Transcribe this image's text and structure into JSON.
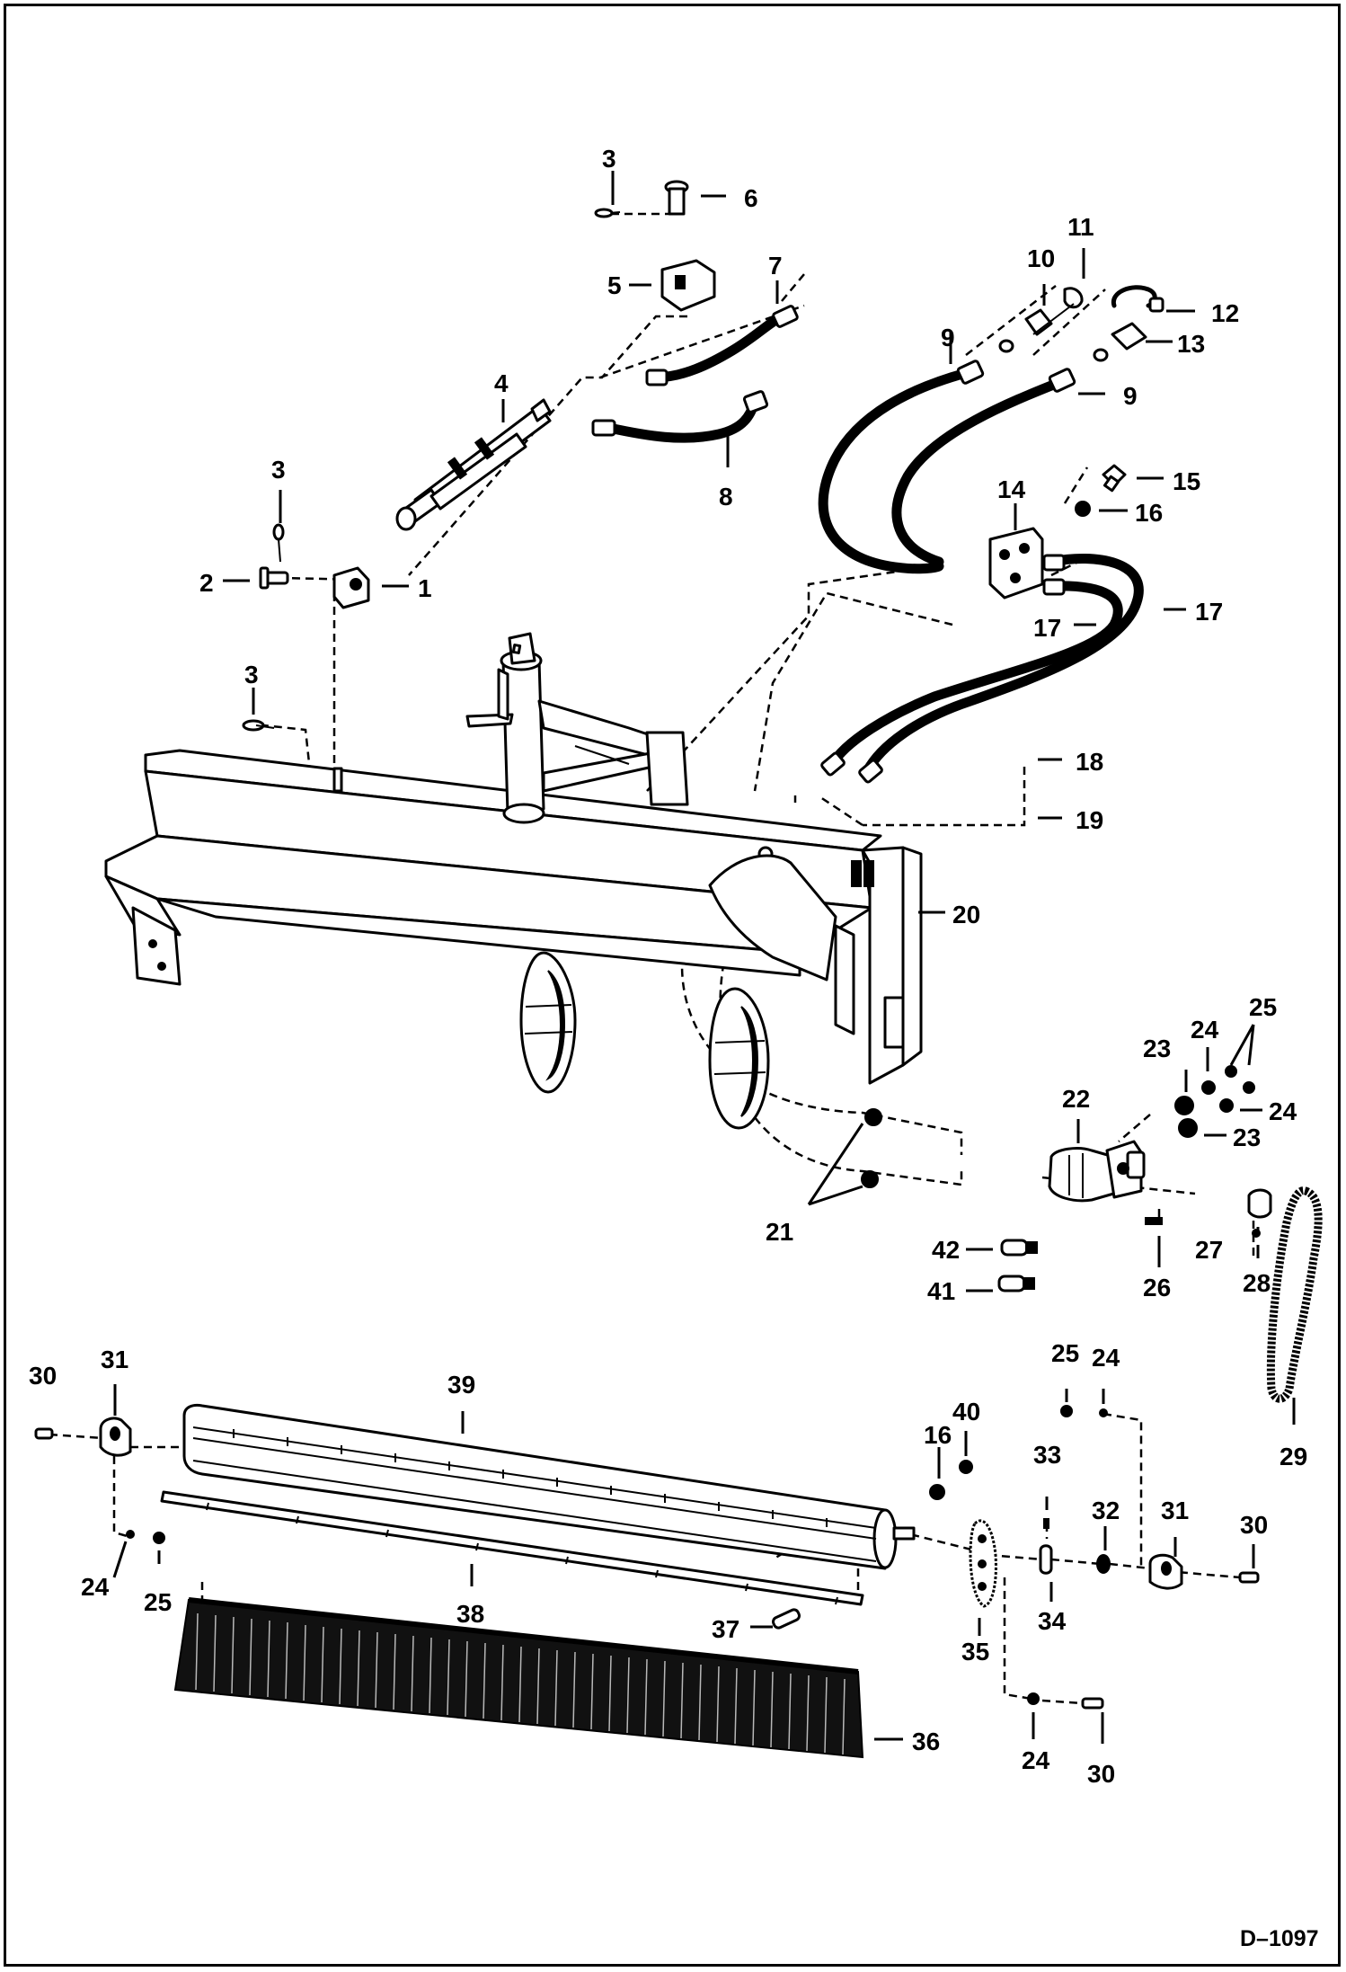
{
  "figure_code": "D–1097",
  "callouts": [
    {
      "id": "c3a",
      "text": "3"
    },
    {
      "id": "c6",
      "text": "6"
    },
    {
      "id": "c5",
      "text": "5"
    },
    {
      "id": "c7",
      "text": "7"
    },
    {
      "id": "c4",
      "text": "4"
    },
    {
      "id": "c8",
      "text": "8"
    },
    {
      "id": "c3b",
      "text": "3"
    },
    {
      "id": "c2",
      "text": "2"
    },
    {
      "id": "c1",
      "text": "1"
    },
    {
      "id": "c3c",
      "text": "3"
    },
    {
      "id": "c11",
      "text": "11"
    },
    {
      "id": "c10",
      "text": "10"
    },
    {
      "id": "c12",
      "text": "12"
    },
    {
      "id": "c13",
      "text": "13"
    },
    {
      "id": "c9a",
      "text": "9"
    },
    {
      "id": "c9b",
      "text": "9"
    },
    {
      "id": "c15",
      "text": "15"
    },
    {
      "id": "c14",
      "text": "14"
    },
    {
      "id": "c16a",
      "text": "16"
    },
    {
      "id": "c17a",
      "text": "17"
    },
    {
      "id": "c17b",
      "text": "17"
    },
    {
      "id": "c18",
      "text": "18"
    },
    {
      "id": "c19",
      "text": "19"
    },
    {
      "id": "c20",
      "text": "20"
    },
    {
      "id": "c25a",
      "text": "25"
    },
    {
      "id": "c24a",
      "text": "24"
    },
    {
      "id": "c23a",
      "text": "23"
    },
    {
      "id": "c22",
      "text": "22"
    },
    {
      "id": "c24b",
      "text": "24"
    },
    {
      "id": "c23b",
      "text": "23"
    },
    {
      "id": "c21",
      "text": "21"
    },
    {
      "id": "c42",
      "text": "42"
    },
    {
      "id": "c27",
      "text": "27"
    },
    {
      "id": "c28",
      "text": "28"
    },
    {
      "id": "c41",
      "text": "41"
    },
    {
      "id": "c26",
      "text": "26"
    },
    {
      "id": "c29",
      "text": "29"
    },
    {
      "id": "c30a",
      "text": "30"
    },
    {
      "id": "c31a",
      "text": "31"
    },
    {
      "id": "c39",
      "text": "39"
    },
    {
      "id": "c40",
      "text": "40"
    },
    {
      "id": "c16b",
      "text": "16"
    },
    {
      "id": "c25b",
      "text": "25"
    },
    {
      "id": "c24c",
      "text": "24"
    },
    {
      "id": "c33",
      "text": "33"
    },
    {
      "id": "c32",
      "text": "32"
    },
    {
      "id": "c31b",
      "text": "31"
    },
    {
      "id": "c30b",
      "text": "30"
    },
    {
      "id": "c24d",
      "text": "24"
    },
    {
      "id": "c25c",
      "text": "25"
    },
    {
      "id": "c38",
      "text": "38"
    },
    {
      "id": "c37",
      "text": "37"
    },
    {
      "id": "c35",
      "text": "35"
    },
    {
      "id": "c34",
      "text": "34"
    },
    {
      "id": "c36",
      "text": "36"
    },
    {
      "id": "c24e",
      "text": "24"
    },
    {
      "id": "c30c",
      "text": "30"
    }
  ]
}
